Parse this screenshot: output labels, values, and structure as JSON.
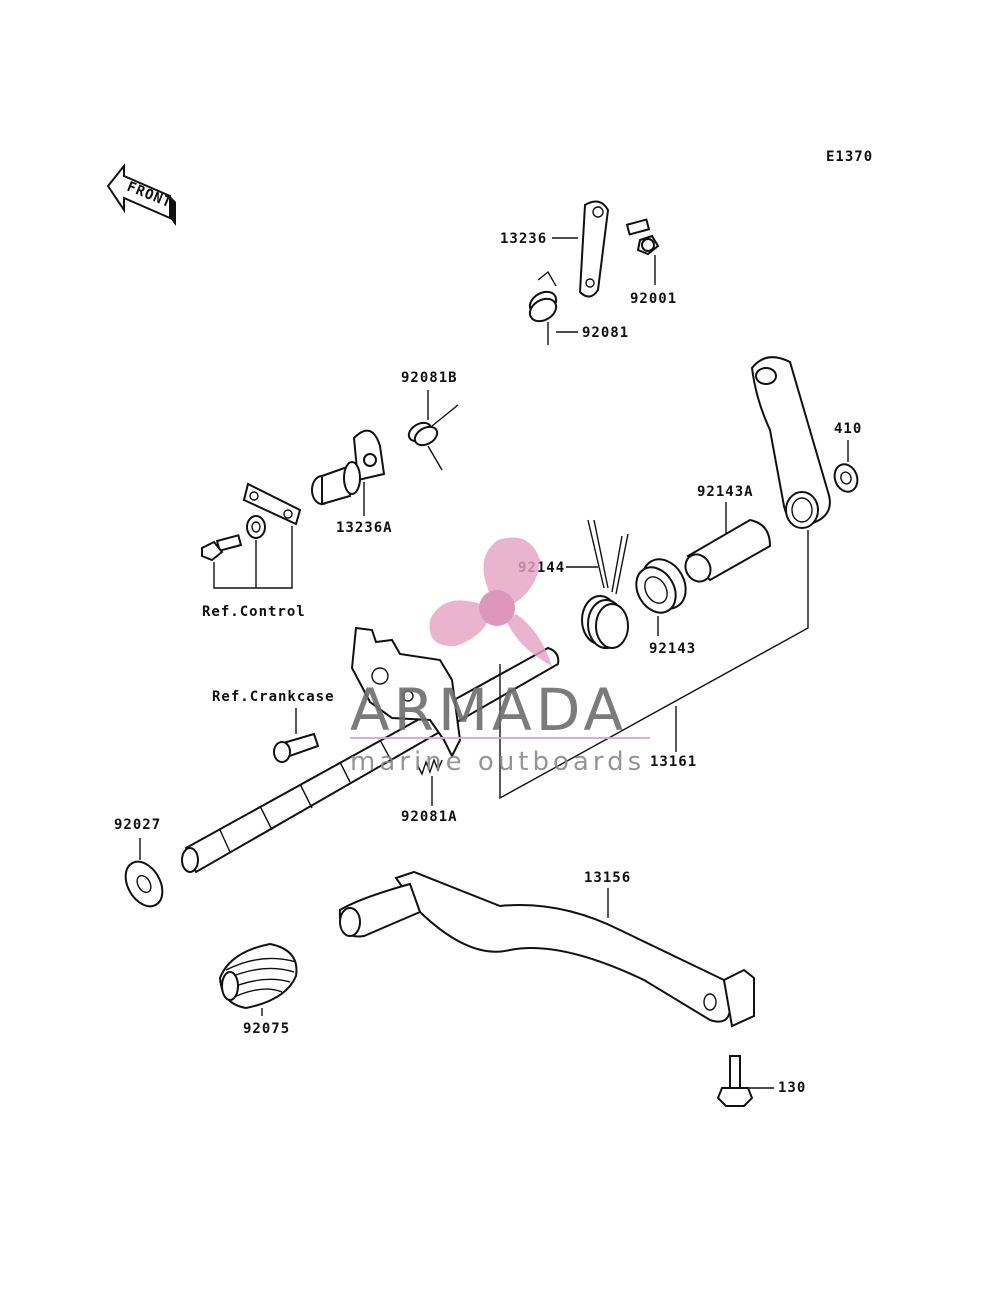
{
  "diagram_code": "E1370",
  "front_arrow_label": "FRONT",
  "labels": {
    "p13236": "13236",
    "p92001": "92001",
    "p92081": "92081",
    "p92081B": "92081B",
    "p410": "410",
    "p92143A": "92143A",
    "p13236A": "13236A",
    "p92144": "92144",
    "p92143": "92143",
    "ref_control": "Ref.Control",
    "ref_crankcase": "Ref.Crankcase",
    "p13161": "13161",
    "p92081A": "92081A",
    "p92027": "92027",
    "p13156": "13156",
    "p92075": "92075",
    "p130": "130"
  },
  "watermark": {
    "title": "ARMADA",
    "subtitle": "marine outboards",
    "logo_color": "#e6a3c4",
    "logo_hub_color": "#d98cb3"
  }
}
